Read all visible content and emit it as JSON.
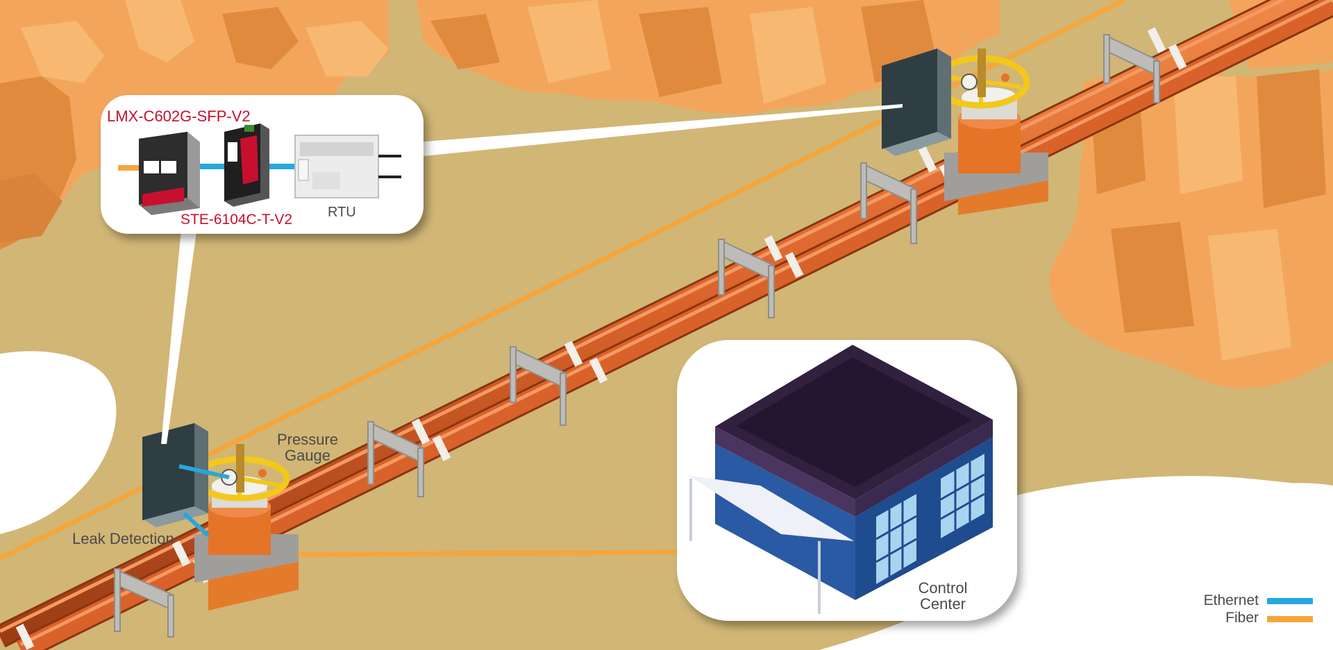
{
  "callout": {
    "switch_model": "LMX-C602G-SFP-V2",
    "converter_model": "STE-6104C-T-V2",
    "rtu_label": "RTU"
  },
  "labels": {
    "pressure_gauge_line1": "Pressure",
    "pressure_gauge_line2": "Gauge",
    "leak_detection": "Leak Detection",
    "control_center_line1": "Control",
    "control_center_line2": "Center"
  },
  "legend": {
    "items": [
      {
        "label": "Ethernet",
        "color": "#27a7dd"
      },
      {
        "label": "Fiber",
        "color": "#f5a63c"
      }
    ]
  },
  "colors": {
    "ground": "#d1b676",
    "rock_light": "#f3a65b",
    "rock_dark": "#e08a3e",
    "pipe": "#d9622a",
    "valve_wheel": "#f3c81c",
    "building_blue": "#2a5aa3",
    "roof": "#32203f",
    "ethernet": "#27a7dd",
    "fiber": "#f5a63c",
    "model_text": "#c8102e"
  }
}
